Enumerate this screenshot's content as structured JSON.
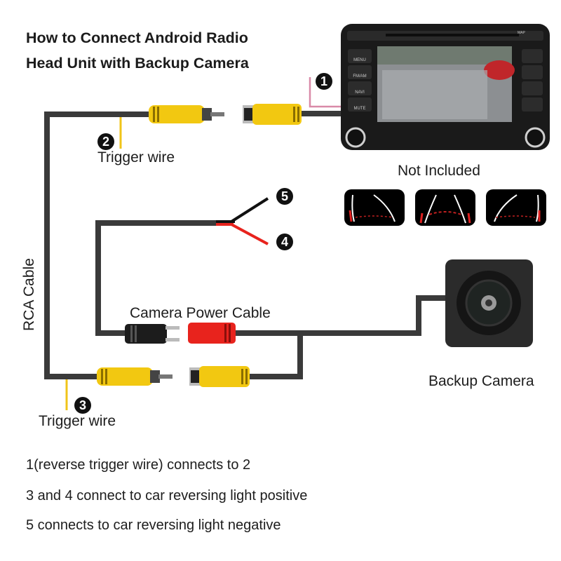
{
  "title": {
    "line1": "How to Connect Android Radio",
    "line2": "Head Unit with Backup Camera"
  },
  "labels": {
    "rca_cable": "RCA Cable",
    "trigger_wire_top": "Trigger wire",
    "trigger_wire_bottom": "Trigger wire",
    "camera_power_cable": "Camera Power Cable",
    "not_included": "Not Included",
    "backup_camera": "Backup Camera"
  },
  "markers": {
    "m1": "1",
    "m2": "2",
    "m3": "3",
    "m4": "4",
    "m5": "5"
  },
  "head_unit": {
    "left_buttons": [
      "MENU",
      "FM/AM",
      "NAVI",
      "MUTE"
    ],
    "top_right_button": "MAP"
  },
  "notes": [
    "1(reverse trigger wire) connects to 2",
    "3 and 4 connect to car reversing light positive",
    "5 connects to car reversing light negative"
  ],
  "colors": {
    "cable": "#3a3a3a",
    "rca_yellow": "#f2c811",
    "power_red": "#e8231d",
    "trigger_pink": "#d98aa8",
    "trigger_yellow": "#f0c419"
  }
}
